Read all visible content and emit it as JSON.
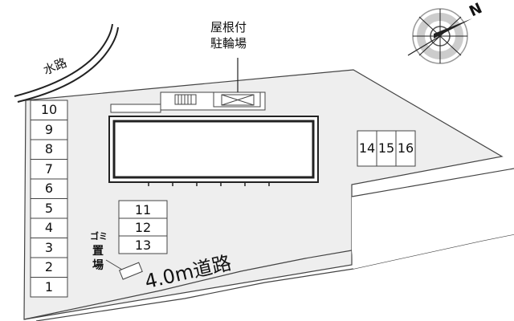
{
  "labels": {
    "roofed_parking_line1": "屋根付",
    "roofed_parking_line2": "駐輪場",
    "waterway": "水路",
    "road": "4.0m道路",
    "garbage_line1": "ゴミ",
    "garbage_line2": "置",
    "garbage_line3": "場",
    "north": "N"
  },
  "parking": {
    "left_column": [
      "10",
      "9",
      "8",
      "7",
      "6",
      "5",
      "4",
      "3",
      "2",
      "1"
    ],
    "middle": [
      "11",
      "12",
      "13"
    ],
    "right": [
      "14",
      "15",
      "16"
    ]
  },
  "colors": {
    "lot": "#eeeeee",
    "line": "#333333",
    "building": "#ffffff"
  }
}
